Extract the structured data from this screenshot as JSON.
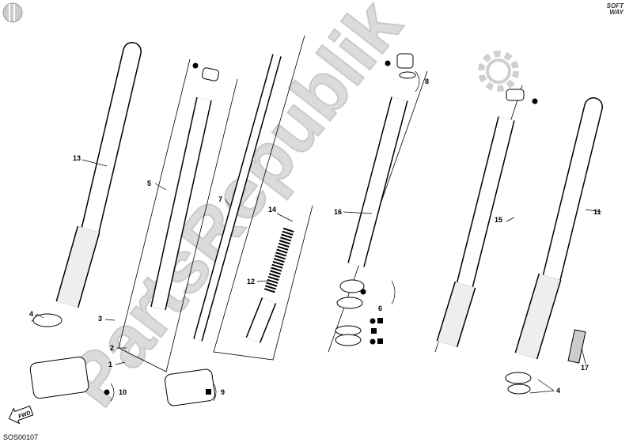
{
  "diagram": {
    "code": "SOS00107",
    "fwd_label": "FWD",
    "brand_logo": {
      "line1": "SOFT",
      "line2": "WAY"
    },
    "watermark": "PartsRepublik",
    "callouts": {
      "c13": "13",
      "c5": "5",
      "c7": "7",
      "c14": "14",
      "c12": "12",
      "c16": "16",
      "c8": "8",
      "c6": "6",
      "c15": "15",
      "c11": "11",
      "c4a": "4",
      "c3": "3",
      "c2": "2",
      "c1": "1",
      "c10": "10",
      "c9": "9",
      "c17": "17",
      "c4b": "4"
    }
  }
}
